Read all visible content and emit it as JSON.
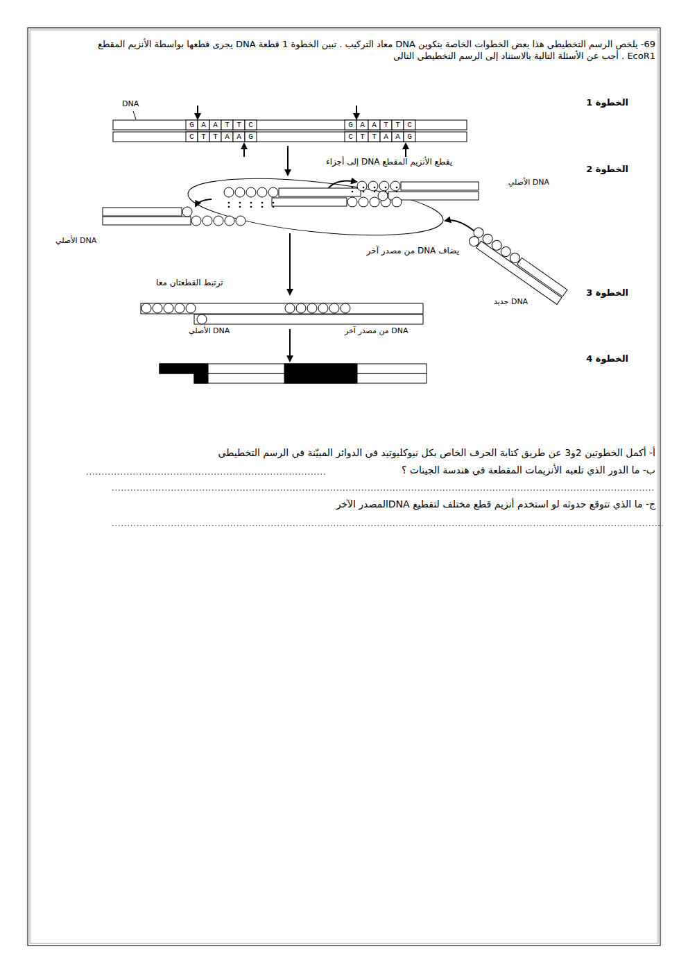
{
  "diagram": {
    "title": "69- يلخص الرسم التخطيطي هذا بعض الخطوات الخاصة بتكوين DNA معاد التركيب . تبين الخطوة 1 قطعة DNA يجرى قطعها بواسطة الأنزيم المقطع EcoR1 . أجب عن الأسئلة التالية بالاستناد إلى الرسم التخطيطي التالي",
    "labels": [
      "DNA",
      "GAATTC",
      "GAATTC",
      "CTTAAG",
      "CTTAAG",
      "الخطوة 1",
      "يقطع الأنزيم المقطع DNA إلى أجزاء",
      "الخطوة 2",
      "DNA الأصلي",
      "DNA الأصلي",
      "يضاف DNA من مصدر آخر",
      "ترتبط القطعتان معا",
      "الخطوة 3",
      "DNA جديد",
      "DNA الأصلي",
      "DNA من مصدر آخر",
      "الخطوة 4",
      "أ- أكمل الخطوتين 2و3 عن طريق كتابة الحرف الخاص بكل نيوكليوتيد في الدوائر المبيّنة في الرسم التخطيطي",
      "ب- ما الدور الذي تلعبه الأنزيمات المقطعة في هندسة الجينات ؟",
      "ج- ما الذي تتوقع حدوثه لو استخدم أنزيم قطع مختلف لتقطيع DNAالمصدر الآخر"
    ]
  }
}
